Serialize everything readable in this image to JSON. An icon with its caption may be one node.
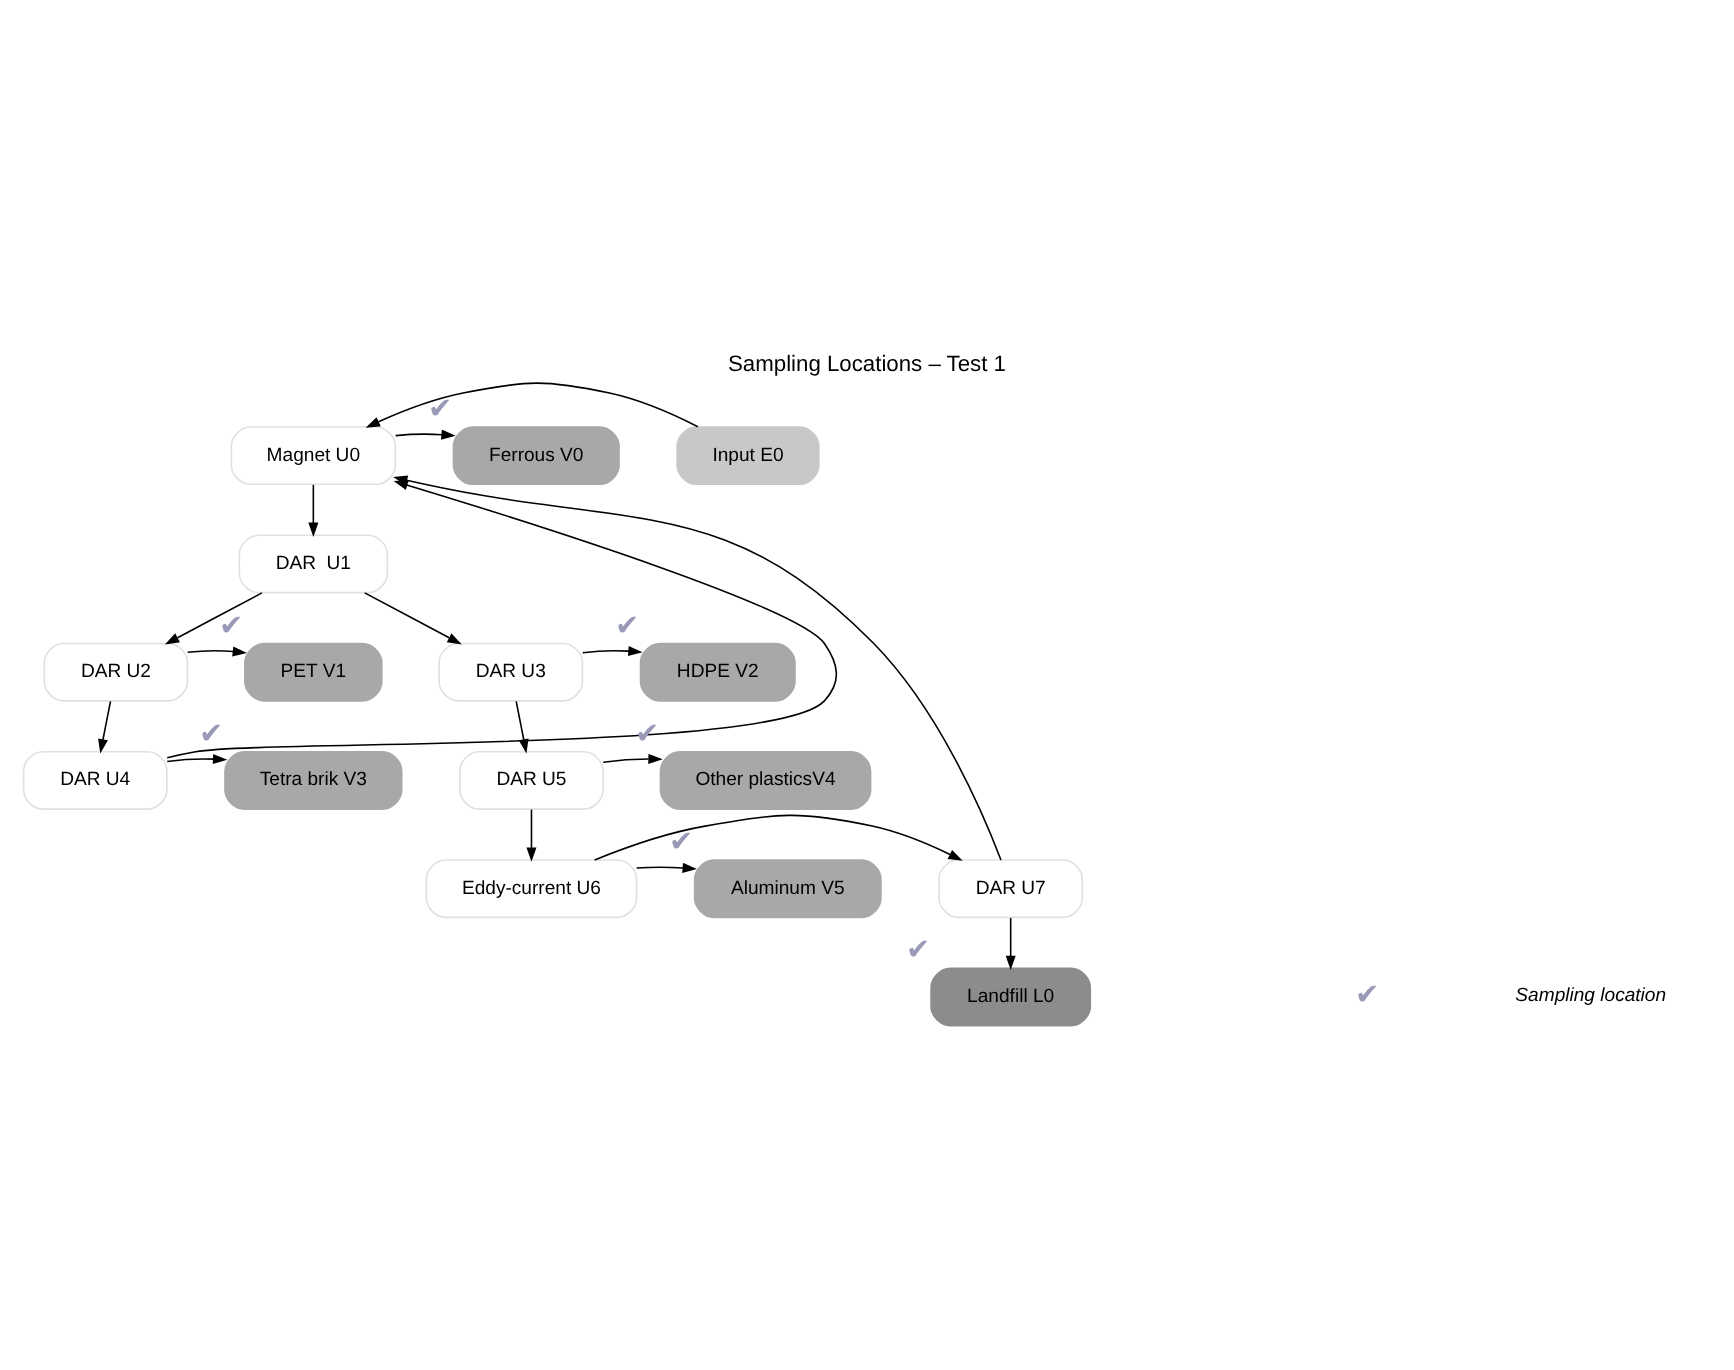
{
  "diagram": {
    "title": "Sampling Locations – Test 1",
    "nodes": [
      {
        "text": [
          "Magnet U0"
        ]
      },
      {
        "text": [
          "Input E0"
        ]
      },
      {
        "text": [
          "Ferrous V0"
        ],
        "beside": [
          "✔"
        ]
      },
      {
        "text": [
          "DAR  U1"
        ]
      },
      {
        "text": [
          "DAR U2"
        ]
      },
      {
        "text": [
          "DAR U3"
        ]
      },
      {
        "text": [
          "PET V1"
        ],
        "beside": [
          "✔"
        ]
      },
      {
        "text": [
          "HDPE V2"
        ],
        "beside": [
          "✔"
        ]
      },
      {
        "text": [
          "DAR U4"
        ]
      },
      {
        "text": [
          "DAR U5"
        ]
      },
      {
        "text": [
          "Tetra brik V3"
        ],
        "beside": [
          "✔"
        ]
      },
      {
        "text": [
          "Other plasticsV4"
        ],
        "beside": [
          "✔"
        ]
      },
      {
        "text": [
          "Eddy-current U6"
        ]
      },
      {
        "text": [
          "DAR U7"
        ]
      },
      {
        "text": [
          "Aluminum V5"
        ],
        "beside": [
          "✔"
        ]
      },
      {
        "text": [
          "Landfill L0"
        ],
        "beside": [
          "✔"
        ]
      }
    ],
    "edges": [
      {
        "from": 1,
        "to": 0,
        "arrow": "to"
      },
      {
        "from": 0,
        "to": 2,
        "arrow": "to"
      },
      {
        "from": 0,
        "to": 3,
        "arrow": "to"
      },
      {
        "from": 3,
        "to": 4,
        "arrow": "to"
      },
      {
        "from": 3,
        "to": 5,
        "arrow": "to"
      },
      {
        "from": 4,
        "to": 6,
        "arrow": "to"
      },
      {
        "from": 5,
        "to": 7,
        "arrow": "to"
      },
      {
        "from": 4,
        "to": 8,
        "arrow": "to"
      },
      {
        "from": 5,
        "to": 9,
        "arrow": "to"
      },
      {
        "from": 8,
        "to": 10,
        "arrow": "to"
      },
      {
        "from": 9,
        "to": 11,
        "arrow": "to"
      },
      {
        "from": 8,
        "to": 0,
        "arrow": "to"
      },
      {
        "from": 9,
        "to": 12,
        "arrow": "to"
      },
      {
        "from": 12,
        "to": 13,
        "arrow": "to"
      },
      {
        "from": 12,
        "to": 14,
        "arrow": "to"
      },
      {
        "from": 13,
        "to": 0,
        "arrow": "to"
      },
      {
        "from": 13,
        "to": 15,
        "arrow": "to"
      }
    ],
    "labels": [
      "✔"
    ],
    "legend": [
      {
        "text": "Sampling location"
      }
    ]
  }
}
